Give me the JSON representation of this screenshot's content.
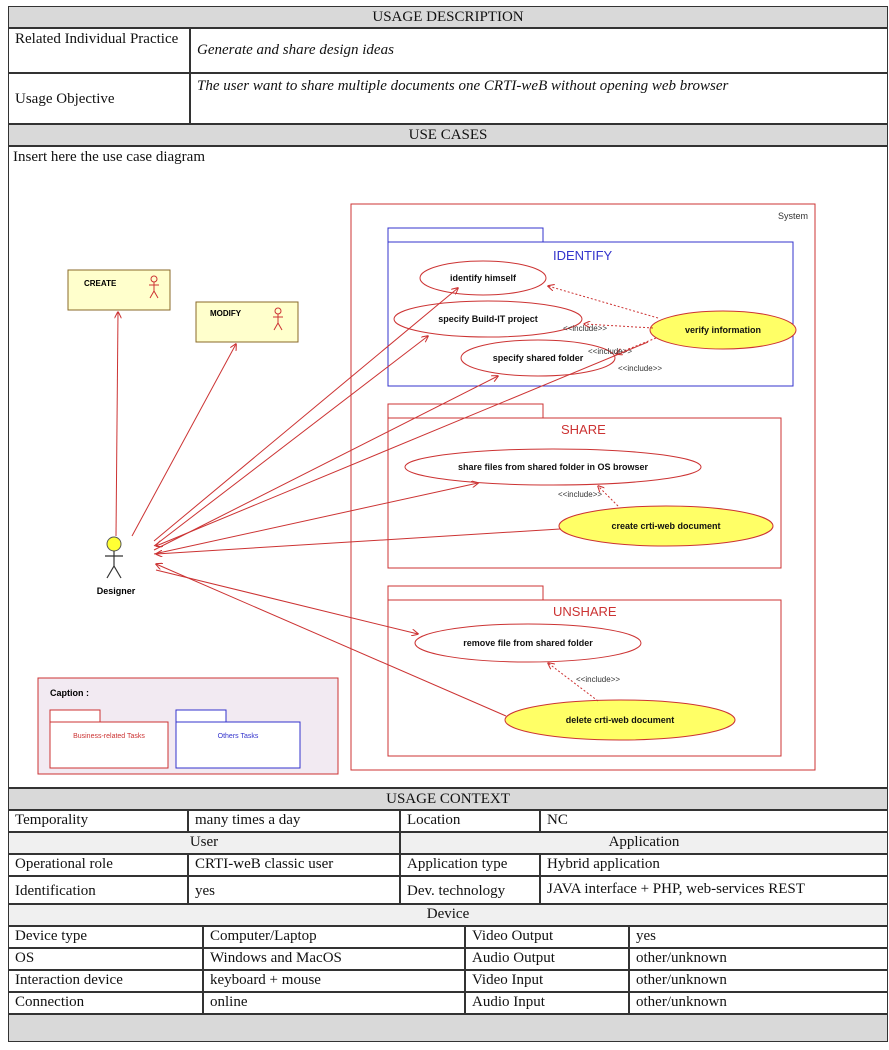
{
  "usage_description": {
    "header": "USAGE DESCRIPTION",
    "related_label": "Related Individual Practice",
    "related_value": "Generate and share design ideas",
    "objective_label": "Usage Objective",
    "objective_value": "The user want to share multiple documents one CRTI-weB without opening web browser"
  },
  "use_cases": {
    "header": "USE CASES",
    "instruction": "Insert here the use case diagram",
    "diagram": {
      "system_label": "System",
      "actors": {
        "create": "CREATE",
        "modify": "MODIFY",
        "designer": "Designer"
      },
      "packages": {
        "identify": "IDENTIFY",
        "share": "SHARE",
        "unshare": "UNSHARE"
      },
      "use_cases": {
        "identify_himself": "identify himself",
        "specify_project": "specify Build-IT project",
        "specify_folder": "specify shared folder",
        "verify_information": "verify information",
        "share_files": "share files from shared folder in OS browser",
        "create_doc": "create crti-web document",
        "remove_file": "remove file from shared folder",
        "delete_doc": "delete crti-web document"
      },
      "include_label": "<<include>>",
      "caption": {
        "title": "Caption :",
        "business": "Business-related Tasks",
        "others": "Others Tasks"
      },
      "colors": {
        "red": "#cc3333",
        "blue": "#3333cc",
        "yellow": "#ffff66",
        "actor_fill": "#ffffcc"
      }
    }
  },
  "usage_context": {
    "header": "USAGE CONTEXT",
    "temporality_label": "Temporality",
    "temporality_value": "many times a day",
    "location_label": "Location",
    "location_value": "NC",
    "user_header": "User",
    "application_header": "Application",
    "role_label": "Operational role",
    "role_value": "CRTI-weB classic user",
    "app_type_label": "Application type",
    "app_type_value": "Hybrid application",
    "identification_label": "Identification",
    "identification_value": "yes",
    "dev_label": "Dev. technology",
    "dev_value": "JAVA interface + PHP, web-services REST",
    "device_header": "Device",
    "device_rows": [
      {
        "label": "Device type",
        "value": "Computer/Laptop",
        "label2": "Video Output",
        "value2": "yes"
      },
      {
        "label": "OS",
        "value": "Windows and MacOS",
        "label2": "Audio Output",
        "value2": "other/unknown"
      },
      {
        "label": "Interaction device",
        "value": "keyboard + mouse",
        "label2": "Video Input",
        "value2": "other/unknown"
      },
      {
        "label": "Connection",
        "value": "online",
        "label2": "Audio Input",
        "value2": "other/unknown"
      }
    ]
  }
}
